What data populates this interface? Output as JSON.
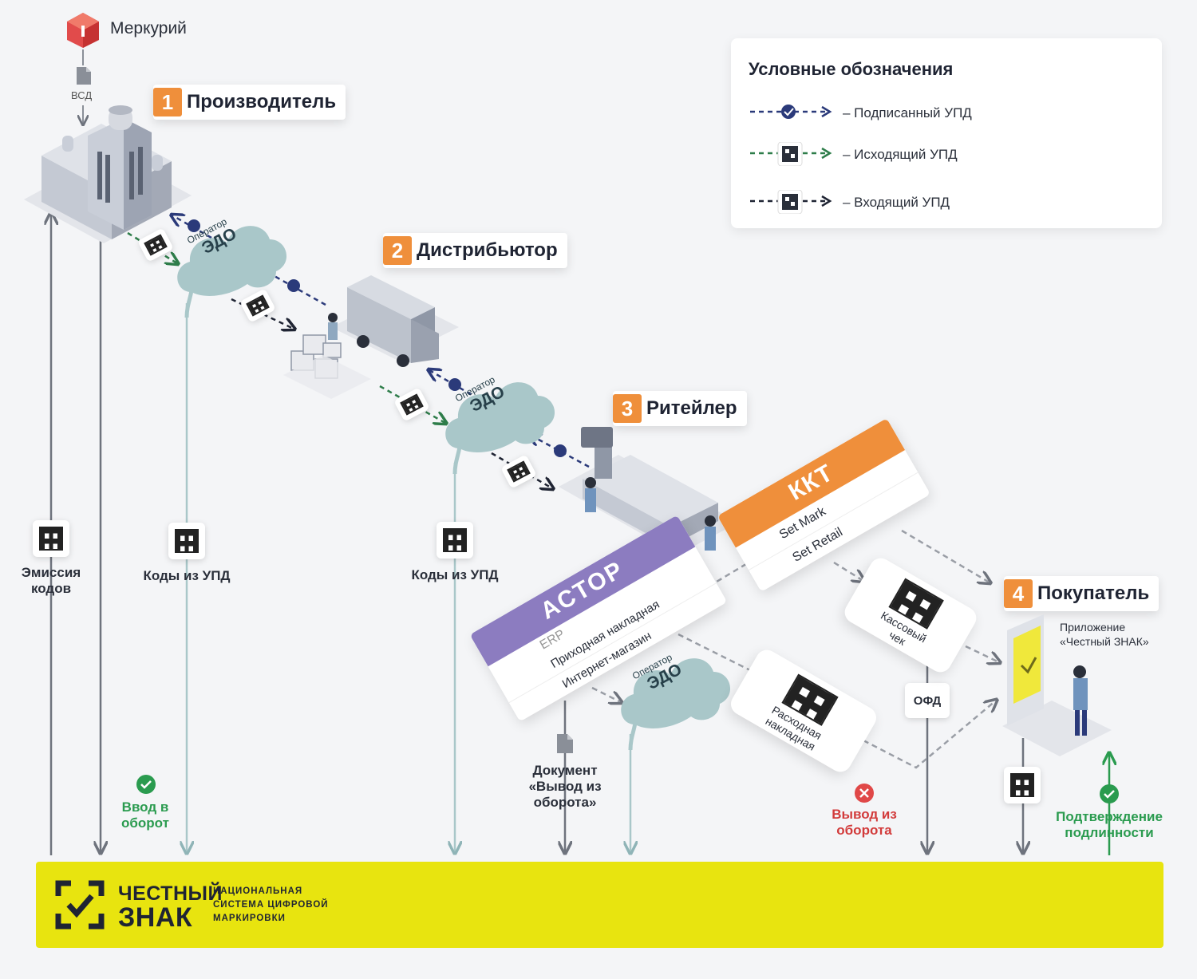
{
  "source": {
    "name": "Меркурий",
    "doc": "ВСД"
  },
  "stages": [
    {
      "num": "1",
      "title": "Производитель"
    },
    {
      "num": "2",
      "title": "Дистрибьютор"
    },
    {
      "num": "3",
      "title": "Ритейлер"
    },
    {
      "num": "4",
      "title": "Покупатель"
    }
  ],
  "legend": {
    "title": "Условные обозначения",
    "items": [
      {
        "text": "– Подписанный УПД",
        "color": "#2b3a7a"
      },
      {
        "text": "– Исходящий УПД",
        "color": "#2e7d4a"
      },
      {
        "text": "– Входящий УПД",
        "color": "#1f2433"
      }
    ]
  },
  "edo": {
    "line1": "Оператор",
    "line2": "ЭДО"
  },
  "labels": {
    "emission": "Эмиссия кодов",
    "codes1": "Коды из УПД",
    "codes2": "Коды из УПД",
    "entry": "Ввод в оборот",
    "withdraw_doc": "Документ «Вывод из оборота»",
    "withdraw": "Вывод из оборота",
    "ofd": "ОФД",
    "confirm": "Подтверждение подлинности"
  },
  "kkt": {
    "title": "ККТ",
    "line1": "Set Mark",
    "line2": "Set Retail"
  },
  "astor": {
    "title": "ACTOP",
    "line1": "ERP",
    "line2": "Приходная накладная",
    "line3": "Интернет-магазин"
  },
  "receipt": {
    "line1": "Кассовый",
    "line2": "чек"
  },
  "invoice": {
    "line1": "Расходная",
    "line2": "накладная"
  },
  "app": {
    "line1": "Приложение",
    "line2": "«Честный ЗНАК»"
  },
  "footer": {
    "name1": "ЧЕСТНЫЙ",
    "name2": "ЗНАК",
    "sub1": "НАЦИОНАЛЬНАЯ",
    "sub2": "СИСТЕМА ЦИФРОВОЙ",
    "sub3": "МАРКИРОВКИ",
    "color": "#e8e40f"
  },
  "colors": {
    "accent": "#ef8f3b",
    "astor": "#8c7cc0",
    "cloud": "#a9c7c9",
    "signed": "#2b3a7a",
    "outgoing": "#2e7d4a",
    "incoming": "#1f2433"
  }
}
